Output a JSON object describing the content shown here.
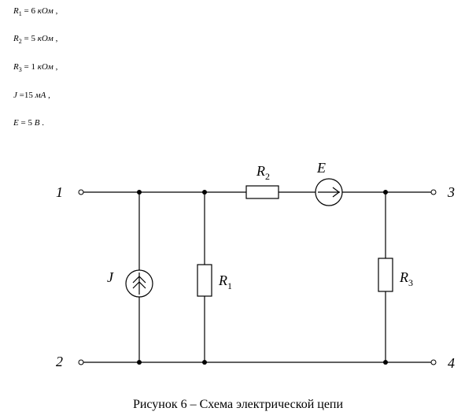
{
  "parameters": [
    {
      "symbol": "R",
      "sub": "1",
      "eq": " = ",
      "value": "6",
      "unit": " кОм",
      "end": " ,"
    },
    {
      "symbol": "R",
      "sub": "2",
      "eq": " = ",
      "value": "5",
      "unit": " кОм",
      "end": " ,"
    },
    {
      "symbol": "R",
      "sub": "3",
      "eq": " = ",
      "value": "1",
      "unit": " кОм",
      "end": " ,"
    },
    {
      "symbol": "J",
      "sub": "",
      "eq": " =",
      "value": "15",
      "unit": " мА",
      "end": " ,"
    },
    {
      "symbol": "E",
      "sub": "",
      "eq": " = ",
      "value": "5",
      "unit": " В",
      "end": " ."
    }
  ],
  "circuit": {
    "nodes": {
      "n1": "1",
      "n2": "2",
      "n3": "3",
      "n4": "4"
    },
    "labels": {
      "R2": {
        "symbol": "R",
        "sub": "2"
      },
      "E": "E",
      "J": "J",
      "R1": {
        "symbol": "R",
        "sub": "1"
      },
      "R3": {
        "symbol": "R",
        "sub": "3"
      }
    }
  },
  "caption": "Рисунок 6 – Схема электрической цепи"
}
